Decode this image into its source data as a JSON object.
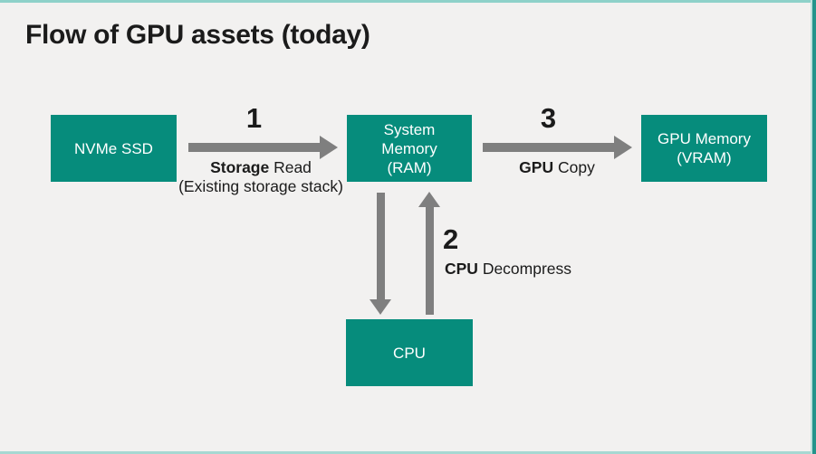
{
  "title": "Flow of GPU assets (today)",
  "nodes": {
    "nvme": {
      "label": "NVMe SSD"
    },
    "ram": {
      "lines": [
        "System",
        "Memory",
        "(RAM)"
      ]
    },
    "vram": {
      "lines": [
        "GPU Memory",
        "(VRAM)"
      ]
    },
    "cpu": {
      "label": "CPU"
    }
  },
  "steps": {
    "step1": {
      "number": "1",
      "bold": "Storage",
      "rest": " Read",
      "sub": "(Existing storage stack)"
    },
    "step2": {
      "number": "2",
      "bold": "CPU",
      "rest": " Decompress"
    },
    "step3": {
      "number": "3",
      "bold": "GPU",
      "rest": " Copy"
    }
  },
  "colors": {
    "background": "#f2f1f0",
    "box_fill": "#068c7c",
    "box_text": "#ffffff",
    "arrow_gray": "#7f7f7f",
    "text_dark": "#1b1b1b",
    "border_top": "#8ed1c9",
    "border_bottom": "#a7d8d2",
    "border_right": "#23948b",
    "border_right_inner": "#bde2dd"
  }
}
